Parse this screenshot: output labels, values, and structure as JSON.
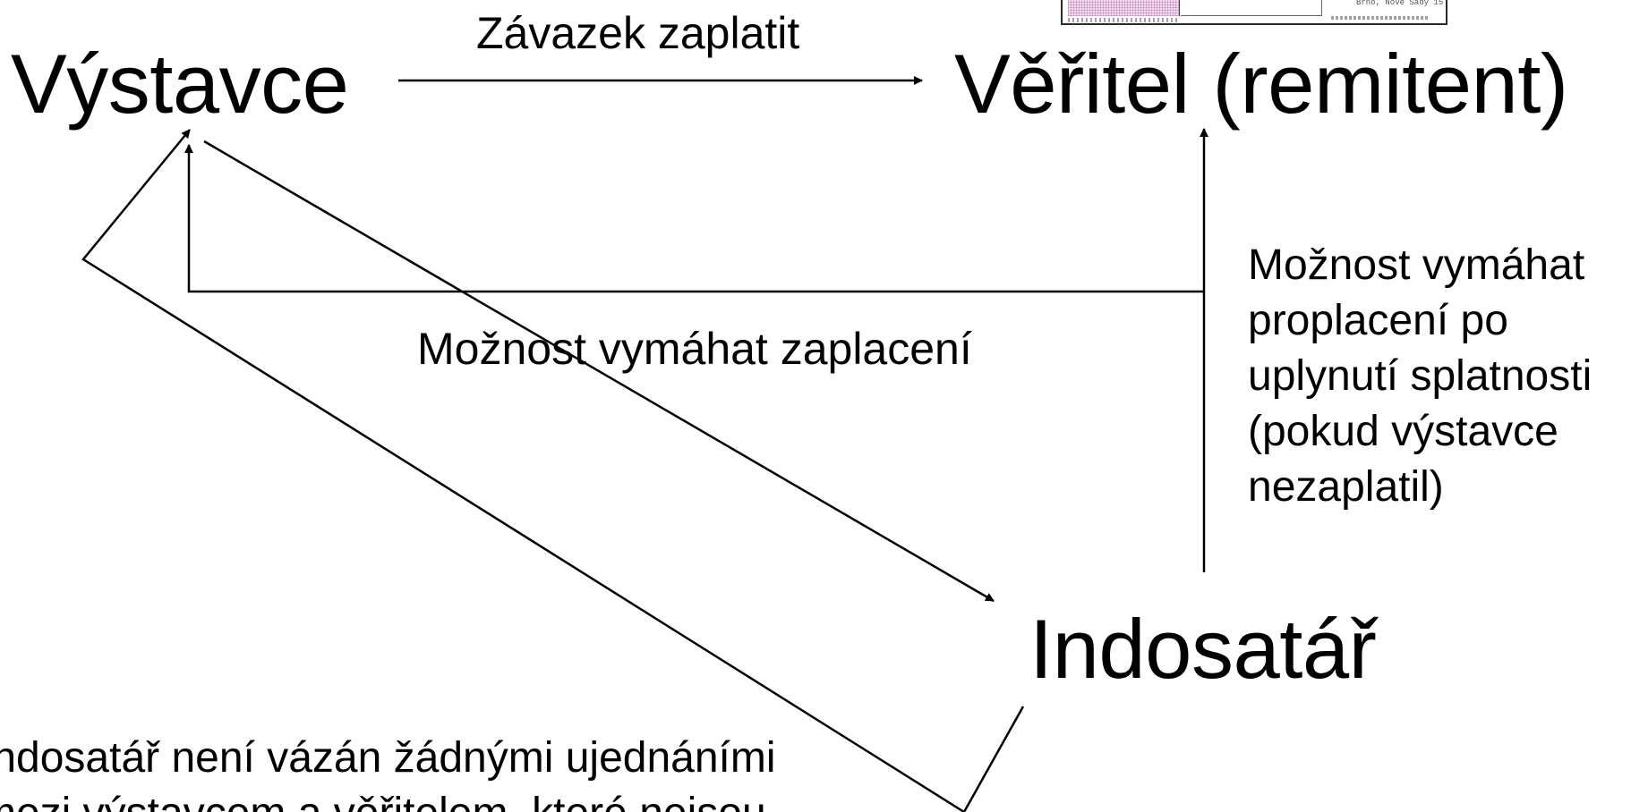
{
  "nodes": {
    "issuer": "Výstavce",
    "creditor": "Věřitel (remitent)",
    "endorsee": "Indosatář"
  },
  "edges": {
    "obligation_label": "Závazek zaplatit",
    "enforce_payment_label": "Možnost vymáhat zaplacení",
    "enforce_after_due": {
      "line1": "Možnost vymáhat",
      "line2": "proplacení po",
      "line3": "uplynutí splatnosti",
      "line4": "(pokud výstavce",
      "line5": "nezaplatil)"
    }
  },
  "note": {
    "line1": "Indosatář není vázán žádnými ujednáními",
    "line2": "mezi výstavcem a věřitelem, které nejsou"
  },
  "bill_thumbnail": {
    "address": "Brno, Nové Sady 15"
  }
}
